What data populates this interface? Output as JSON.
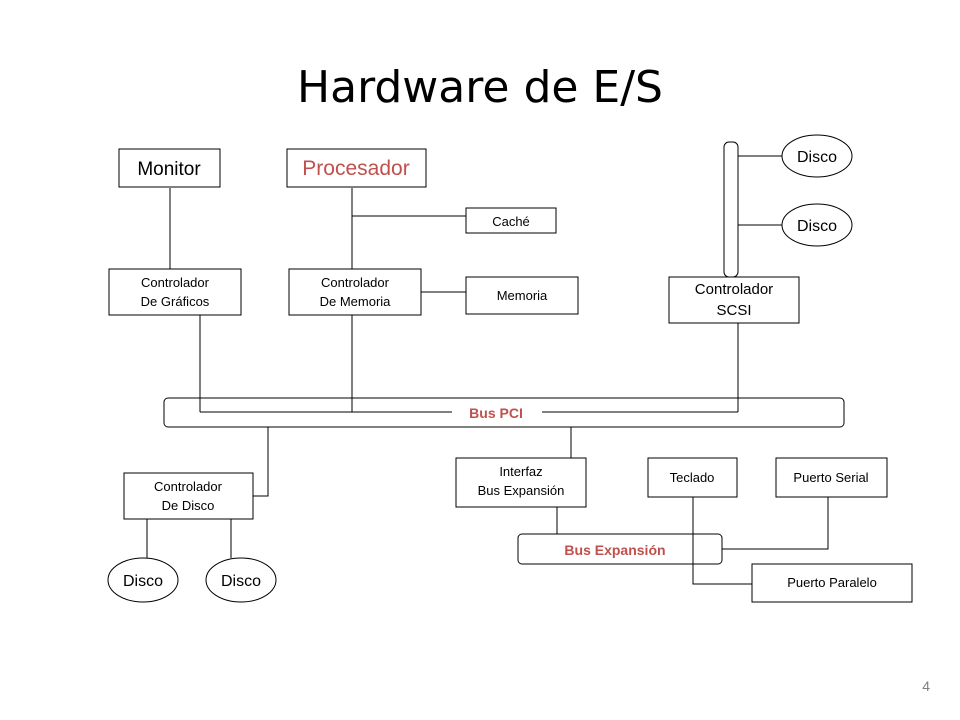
{
  "title": "Hardware de E/S",
  "page_number": "4",
  "colors": {
    "bus_label": "#c0504d",
    "highlight": "#c0504d",
    "line": "#000000"
  },
  "nodes": {
    "monitor": "Monitor",
    "procesador": "Procesador",
    "cache": "Caché",
    "ctrl_graficos": [
      "Controlador",
      "De Gráficos"
    ],
    "ctrl_memoria": [
      "Controlador",
      "De Memoria"
    ],
    "memoria": "Memoria",
    "ctrl_scsi": [
      "Controlador",
      "SCSI"
    ],
    "disco_scsi_1": "Disco",
    "disco_scsi_2": "Disco",
    "ctrl_disco": [
      "Controlador",
      "De Disco"
    ],
    "disco_1": "Disco",
    "disco_2": "Disco",
    "interfaz_bus": [
      "Interfaz",
      "Bus Expansión"
    ],
    "teclado": "Teclado",
    "puerto_serial": "Puerto Serial",
    "puerto_paralelo": "Puerto Paralelo"
  },
  "buses": {
    "pci": "Bus PCI",
    "expansion": "Bus Expansión"
  }
}
